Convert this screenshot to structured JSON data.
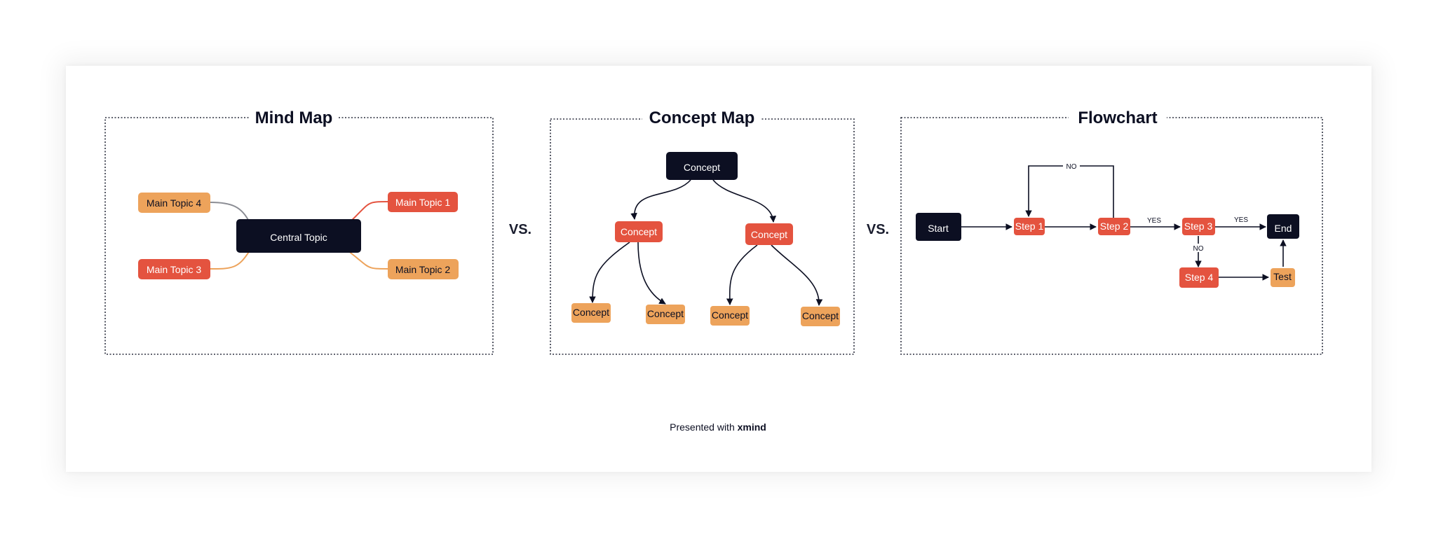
{
  "colors": {
    "navy": "#0c0f22",
    "red": "#e4533f",
    "orange": "#eda35b",
    "grey_line": "#8b8d94"
  },
  "mind_map": {
    "title": "Mind Map",
    "central": "Central Topic",
    "topics": [
      "Main Topic 1",
      "Main Topic 2",
      "Main Topic 3",
      "Main Topic 4"
    ]
  },
  "concept_map": {
    "title": "Concept Map",
    "root": "Concept",
    "level1": [
      "Concept",
      "Concept"
    ],
    "level2": [
      "Concept",
      "Concept",
      "Concept",
      "Concept"
    ]
  },
  "flowchart": {
    "title": "Flowchart",
    "start": "Start",
    "end": "End",
    "steps": [
      "Step 1",
      "Step 2",
      "Step 3",
      "Step 4"
    ],
    "test": "Test",
    "labels": {
      "no_loop": "NO",
      "yes_1": "YES",
      "yes_2": "YES",
      "no_down": "NO"
    }
  },
  "separators": [
    "VS.",
    "VS."
  ],
  "footer": {
    "prefix": "Presented with",
    "brand": "xmind"
  }
}
